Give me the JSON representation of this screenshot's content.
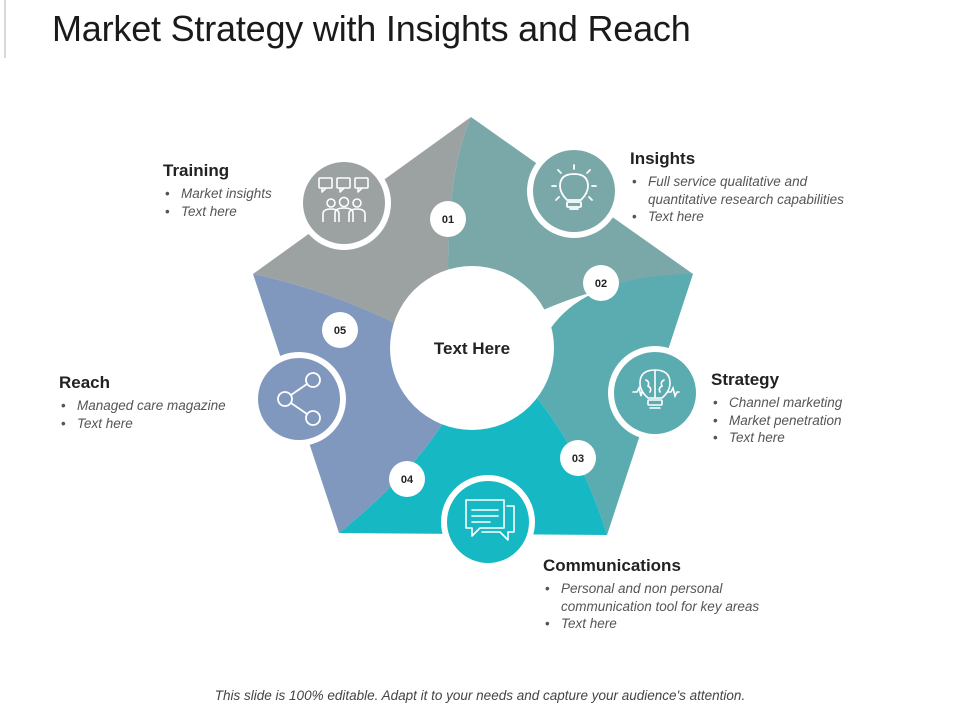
{
  "title": "Market Strategy with Insights and Reach",
  "center_label": "Text Here",
  "colors": {
    "training": "#9ca1a1",
    "insights": "#7aa8a8",
    "strategy": "#5aacb0",
    "communications": "#16b8c4",
    "reach": "#8097be"
  },
  "numbers": [
    "01",
    "02",
    "03",
    "04",
    "05"
  ],
  "sections": {
    "training": {
      "heading": "Training",
      "bullets": [
        "Market insights",
        "Text here"
      ],
      "icon": "team-chat-icon"
    },
    "insights": {
      "heading": "Insights",
      "bullets": [
        "Full service qualitative and",
        "quantitative research capabilities",
        "Text here"
      ],
      "icon": "lightbulb-icon"
    },
    "strategy": {
      "heading": "Strategy",
      "bullets": [
        "Channel marketing",
        "Market penetration",
        "Text here"
      ],
      "icon": "brain-bulb-icon"
    },
    "communications": {
      "heading": "Communications",
      "bullets": [
        "Personal and non personal",
        "communication tool for key areas",
        "Text here"
      ],
      "icon": "chat-bubbles-icon"
    },
    "reach": {
      "heading": "Reach",
      "bullets": [
        "Managed care magazine",
        "Text here"
      ],
      "icon": "share-icon"
    }
  },
  "footer": "This slide is 100% editable. Adapt it to your needs and capture your audience's attention."
}
